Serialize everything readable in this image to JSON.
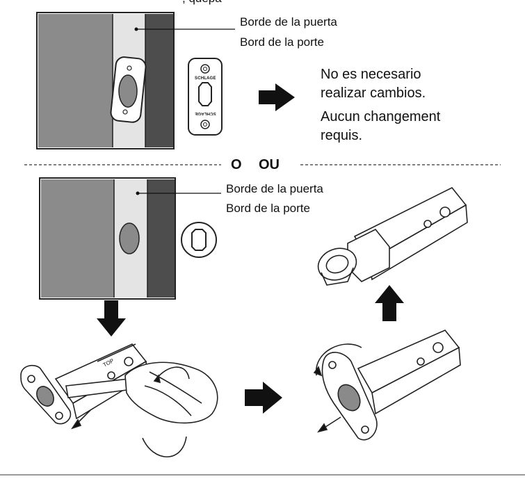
{
  "header_fragment": ", quepa",
  "top": {
    "label_es": "Borde de la puerta",
    "label_fr": "Bord de la porte",
    "plate_text_top": "SCHLAGE",
    "plate_text_bottom": "SCHLAGE",
    "note_es_1": "No es necesario",
    "note_es_2": "realizar cambios.",
    "note_fr_1": "Aucun changement",
    "note_fr_2": "requis."
  },
  "separator": {
    "es": "O",
    "fr": "OU"
  },
  "bottom": {
    "label_es": "Borde de la puerta",
    "label_fr": "Bord de la porte",
    "latch_marking": "TOP"
  }
}
